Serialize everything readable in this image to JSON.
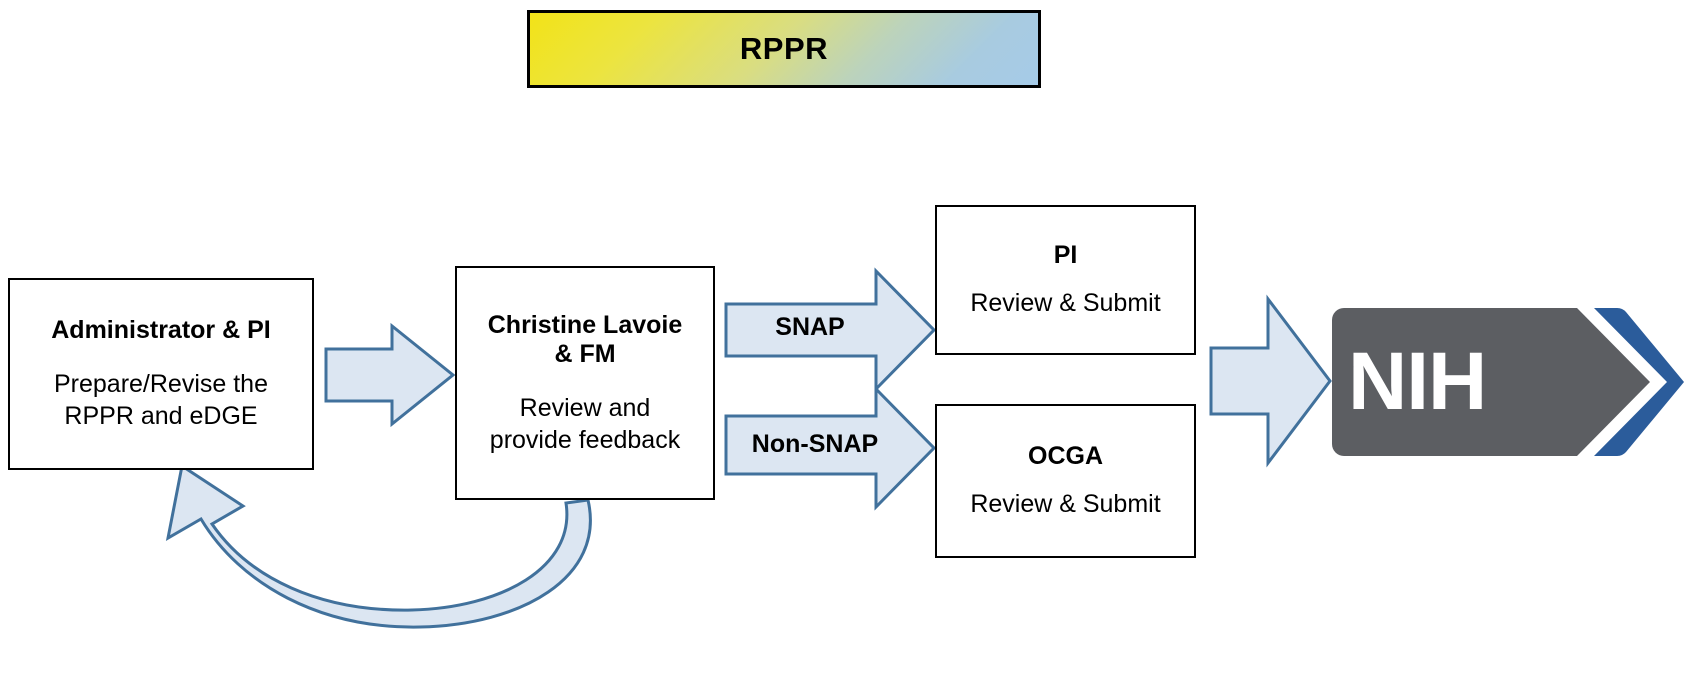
{
  "banner": {
    "title": "RPPR",
    "gradient_start": "#f2e318",
    "gradient_end": "#a6cbe8",
    "border_color": "#000000"
  },
  "boxes": [
    {
      "id": "admin",
      "title": "Administrator & PI",
      "body_line1": "Prepare/Revise the",
      "body_line2": "RPPR and eDGE"
    },
    {
      "id": "christine-lavoie",
      "title_line1": "Christine Lavoie",
      "title_line2": "& FM",
      "body_line1": "Review and",
      "body_line2": "provide feedback"
    },
    {
      "id": "pi",
      "title": "PI",
      "body_line1": "Review & Submit"
    },
    {
      "id": "ocga",
      "title": "OCGA",
      "body_line1": "Review & Submit"
    }
  ],
  "arrows": {
    "admin_to_cl": {
      "label": "",
      "name": "arrow-admin-to-christine"
    },
    "snap": {
      "label": "SNAP"
    },
    "non_snap": {
      "label": "Non-SNAP"
    },
    "to_nih": {
      "label": "",
      "name": "arrow-to-nih"
    },
    "feedback_loop": {
      "label": "",
      "name": "curved-feedback-arrow"
    },
    "fill_color": "#dce6f2",
    "stroke_color": "#41719c"
  },
  "nih_logo": {
    "text": "NIH",
    "block_color": "#5c5e62",
    "chevron_color": "#2b5c9b",
    "text_color": "#ffffff"
  }
}
